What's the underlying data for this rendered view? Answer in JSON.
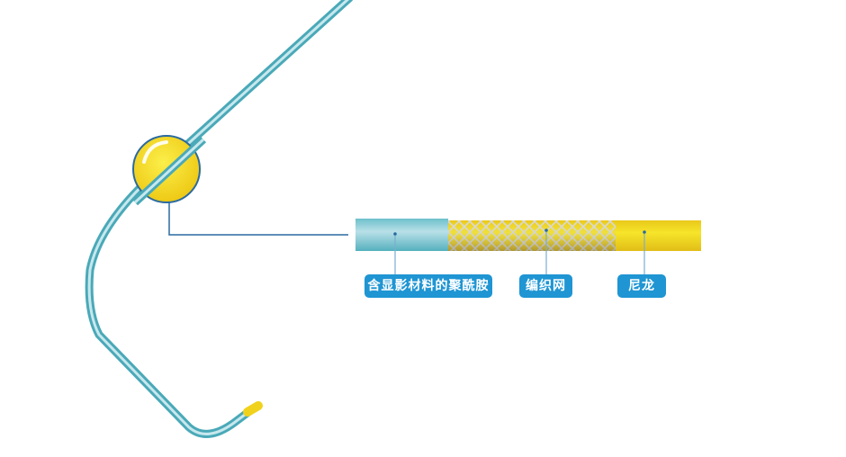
{
  "labels": {
    "contrast_layer": "含显影材料的聚酰胺",
    "braid": "编织网",
    "nylon": "尼龙"
  },
  "colors": {
    "teal": "#5fb9c6",
    "yellow": "#f2d71e",
    "label_bg": "#1f95d3",
    "connector": "#2a6aa0"
  }
}
